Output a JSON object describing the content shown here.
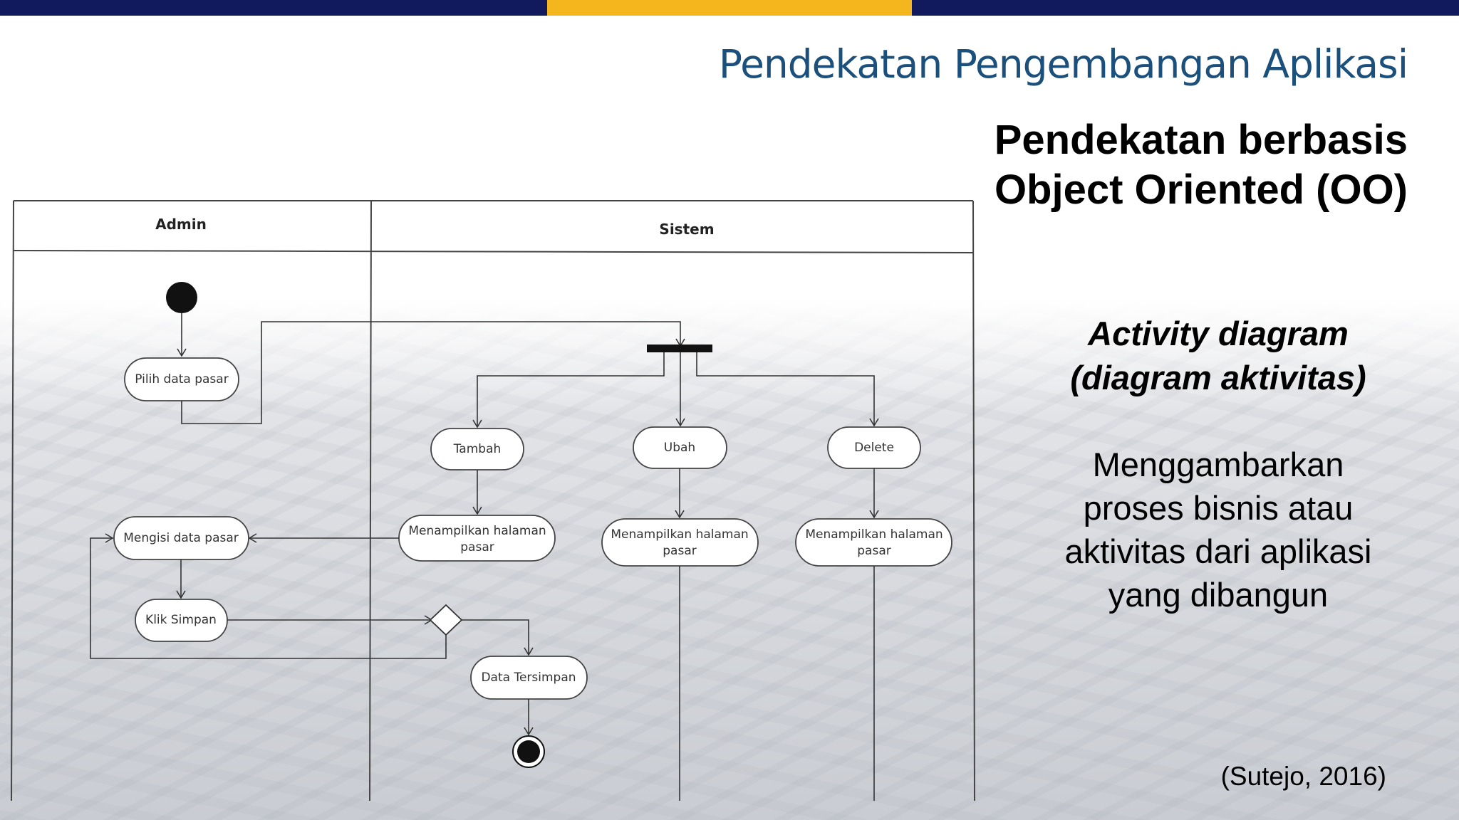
{
  "slide": {
    "title": "Pendekatan Pengembangan Aplikasi",
    "subtitle_line1": "Pendekatan berbasis",
    "subtitle_line2": "Object Oriented (OO)",
    "caption_heading_line1": "Activity diagram",
    "caption_heading_line2": "(diagram aktivitas)",
    "caption_body_line1": "Menggambarkan",
    "caption_body_line2": "proses bisnis atau",
    "caption_body_line3": "aktivitas dari aplikasi",
    "caption_body_line4": "yang dibangun",
    "citation": "(Sutejo, 2016)"
  },
  "colors": {
    "navy": "#101a5c",
    "gold": "#f5b61d",
    "title_blue": "#1b4f7c"
  },
  "diagram": {
    "lanes": [
      "Admin",
      "Sistem"
    ],
    "admin_activities": [
      "Pilih data pasar",
      "Mengisi data pasar",
      "Klik Simpan"
    ],
    "system_actions": [
      "Tambah",
      "Ubah",
      "Delete"
    ],
    "display_page_line1": "Menampilkan halaman",
    "display_page_line2": "pasar",
    "saved": "Data Tersimpan"
  }
}
